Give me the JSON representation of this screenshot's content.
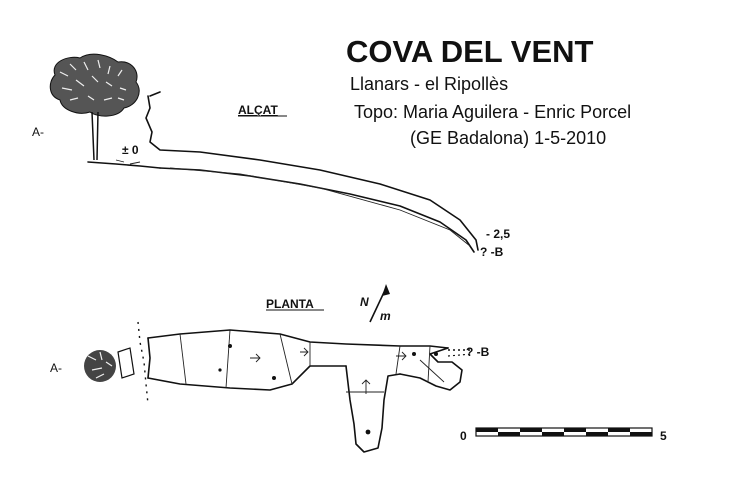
{
  "title": "COVA DEL VENT",
  "location": "Llanars - el Ripollès",
  "topo": "Topo: Maria Aguilera - Enric Porcel",
  "club_date": "(GE Badalona)  1-5-2010",
  "section_label": "ALÇAT",
  "plan_label": "PLANTA",
  "entrance_label_elev": "A-",
  "entrance_label_plan": "A-",
  "end_label_elev": "? -B",
  "end_label_plan": "? -B",
  "depth_top": "± 0",
  "depth_bottom": "- 2,5",
  "north_n": "N",
  "north_m": "m",
  "scale_start": "0",
  "scale_end": "5"
}
